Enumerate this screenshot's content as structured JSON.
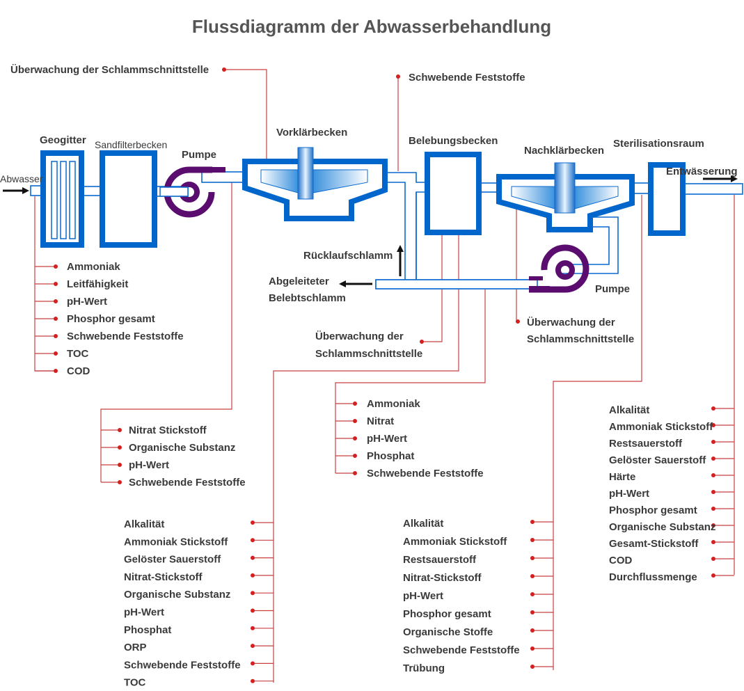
{
  "title": "Flussdiagramm der Abwasserbehandlung",
  "colors": {
    "tank": "#0066cc",
    "pump": "#5a0d6e",
    "sensor_line": "#c84040",
    "sensor_dot": "#d42020"
  },
  "units": {
    "abwasser": "Abwasser",
    "geogitter": "Geogitter",
    "sandfilter": "Sandfilterbecken",
    "pumpe1": "Pumpe",
    "vorklaer": "Vorklärbecken",
    "belebung": "Belebungsbecken",
    "nachklaer": "Nachklärbecken",
    "sterilisation": "Sterilisationsraum",
    "entwaesserung": "Entwässerung",
    "pumpe2": "Pumpe",
    "ruecklauf": "Rücklaufschlamm",
    "abgeleitet_1": "Abgeleiteter",
    "abgeleitet_2": "Belebtschlamm"
  },
  "callouts": {
    "vorklaer_interface": "Überwachung der Schlammschnittstelle",
    "schwebend_top": "Schwebende Feststoffe",
    "belebung_interface_1": "Überwachung der",
    "belebung_interface_2": "Schlammschnittstelle",
    "nachklaer_interface_1": "Überwachung der",
    "nachklaer_interface_2": "Schlammschnittstelle"
  },
  "lists": {
    "inlet": [
      "Ammoniak",
      "Leitfähigkeit",
      "pH-Wert",
      "Phosphor gesamt",
      "Schwebende Feststoffe",
      "TOC",
      "COD"
    ],
    "pump_outlet": [
      "Nitrat Stickstoff",
      "Organische Substanz",
      "pH-Wert",
      "Schwebende Feststoffe"
    ],
    "belebung_a": [
      "Alkalität",
      "Ammoniak Stickstoff",
      "Gelöster Sauerstoff",
      "Nitrat-Stickstoff",
      "Organische Substanz",
      "pH-Wert",
      "Phosphat",
      "ORP",
      "Schwebende Feststoffe",
      "TOC"
    ],
    "return_sludge": [
      "Ammoniak",
      "Nitrat",
      "pH-Wert",
      "Phosphat",
      "Schwebende Feststoffe"
    ],
    "nachklaer_out": [
      "Alkalität",
      "Ammoniak Stickstoff",
      "Restsauerstoff",
      "Nitrat-Stickstoff",
      "pH-Wert",
      "Phosphor gesamt",
      "Organische Stoffe",
      "Schwebende Feststoffe",
      "Trübung"
    ],
    "final_out": [
      "Alkalität",
      "Ammoniak Stickstoff",
      "Restsauerstoff",
      "Gelöster Sauerstoff",
      "Härte",
      "pH-Wert",
      "Phosphor gesamt",
      "Organische Substanz",
      "Gesamt-Stickstoff",
      "COD",
      "Durchflussmenge"
    ]
  }
}
